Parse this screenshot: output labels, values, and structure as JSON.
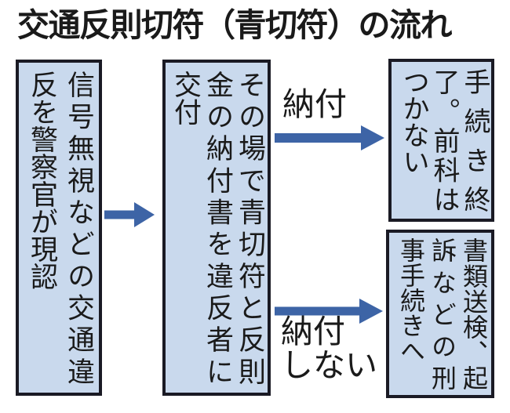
{
  "title": "交通反則切符（青切符）の流れ",
  "colors": {
    "box_fill": "#c9d9ed",
    "box_border": "#1a1a24",
    "arrow_blue": "#3d64a6",
    "text": "#1a1a1a",
    "background": "#ffffff"
  },
  "flow": {
    "step_violation": {
      "cols": [
        "信号無視などの交通違",
        "反を警察官が現認"
      ]
    },
    "step_ticket": {
      "cols": [
        "その場で青切符と反則",
        "金の納付書を違反者に",
        "交付"
      ]
    },
    "outcome_paid": {
      "cols": [
        "手続き終",
        "了。前科は",
        "つかない"
      ]
    },
    "outcome_unpaid": {
      "cols": [
        "書類送検、起",
        "訴などの刑",
        "事手続きへ"
      ]
    }
  },
  "arrow_labels": {
    "paid": "納付",
    "unpaid": "納付\nしない"
  }
}
